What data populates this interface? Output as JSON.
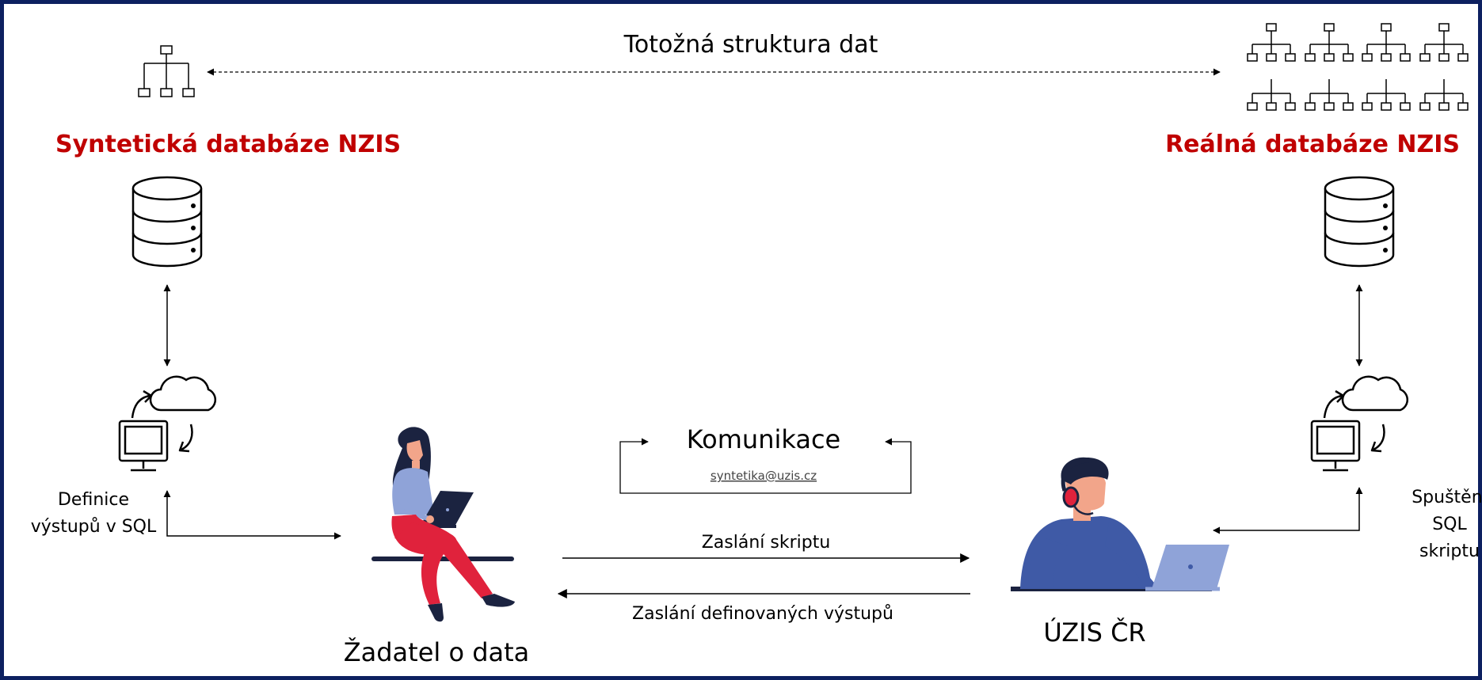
{
  "structure_label": "Totožná struktura dat",
  "synthetic_db_title": "Syntetická databáze NZIS",
  "real_db_title": "Reálná databáze NZIS",
  "communication_title": "Komunikace",
  "communication_email": "syntetika@uzis.cz",
  "left_note": [
    "Definice",
    "výstupů v SQL"
  ],
  "right_note": [
    "Spuštění",
    "SQL",
    "skriptu"
  ],
  "send_script_label": "Zaslání skriptu",
  "send_outputs_label": "Zaslání definovaných výstupů",
  "requester_label": "Žadatel o data",
  "uzis_label": "ÚZIS ČR",
  "colors": {
    "border": "#0d2060",
    "title_red": "#c00000",
    "person_red": "#e0223c",
    "person_blue": "#3f5aa6",
    "laptop_light": "#8fa3d8",
    "dark_navy": "#1b2340"
  }
}
